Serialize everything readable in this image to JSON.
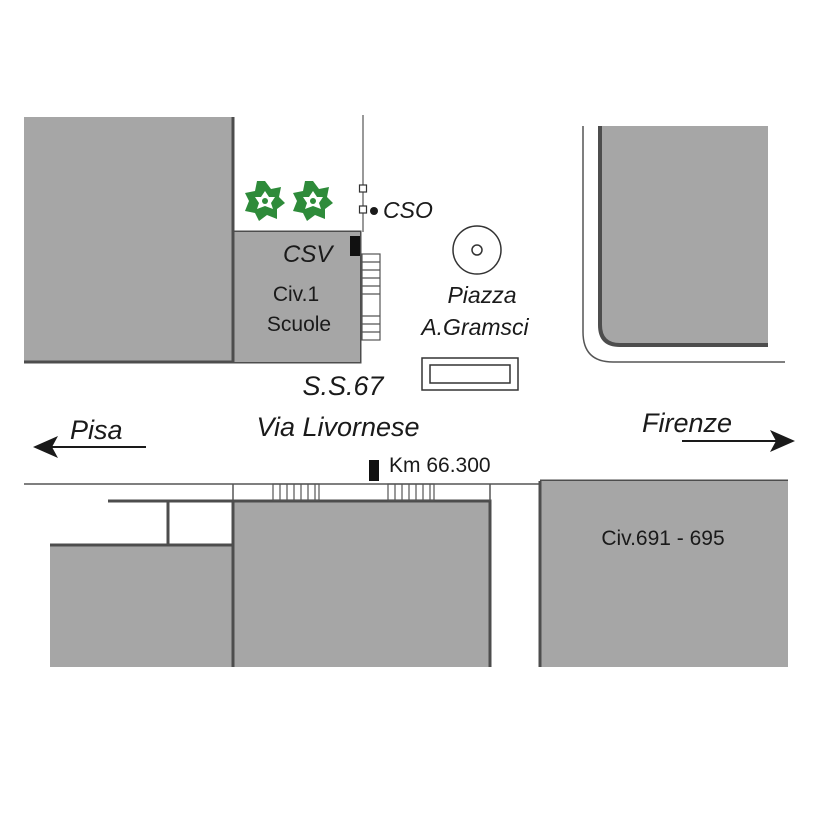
{
  "colors": {
    "block_fill": "#a6a6a6",
    "block_edge": "#4d4d4d",
    "line": "#333333",
    "tree": "#2e8b3a",
    "background": "#ffffff"
  },
  "icons": [
    "tree-icon",
    "bus-stop-icon",
    "fountain-icon",
    "bench-icon",
    "crosswalk",
    "arrow-left-icon",
    "arrow-right-icon",
    "pole-icon"
  ],
  "labels": {
    "cso": "CSO",
    "csv": "CSV",
    "civ1_line1": "Civ.1",
    "civ1_line2": "Scuole",
    "piazza_line1": "Piazza",
    "piazza_line2": "A.Gramsci",
    "road_number": "S.S.67",
    "road_name": "Via Livornese",
    "pisa": "Pisa",
    "firenze": "Firenze",
    "km_marker": "Km 66.300",
    "civ_south": "Civ.691 - 695"
  }
}
